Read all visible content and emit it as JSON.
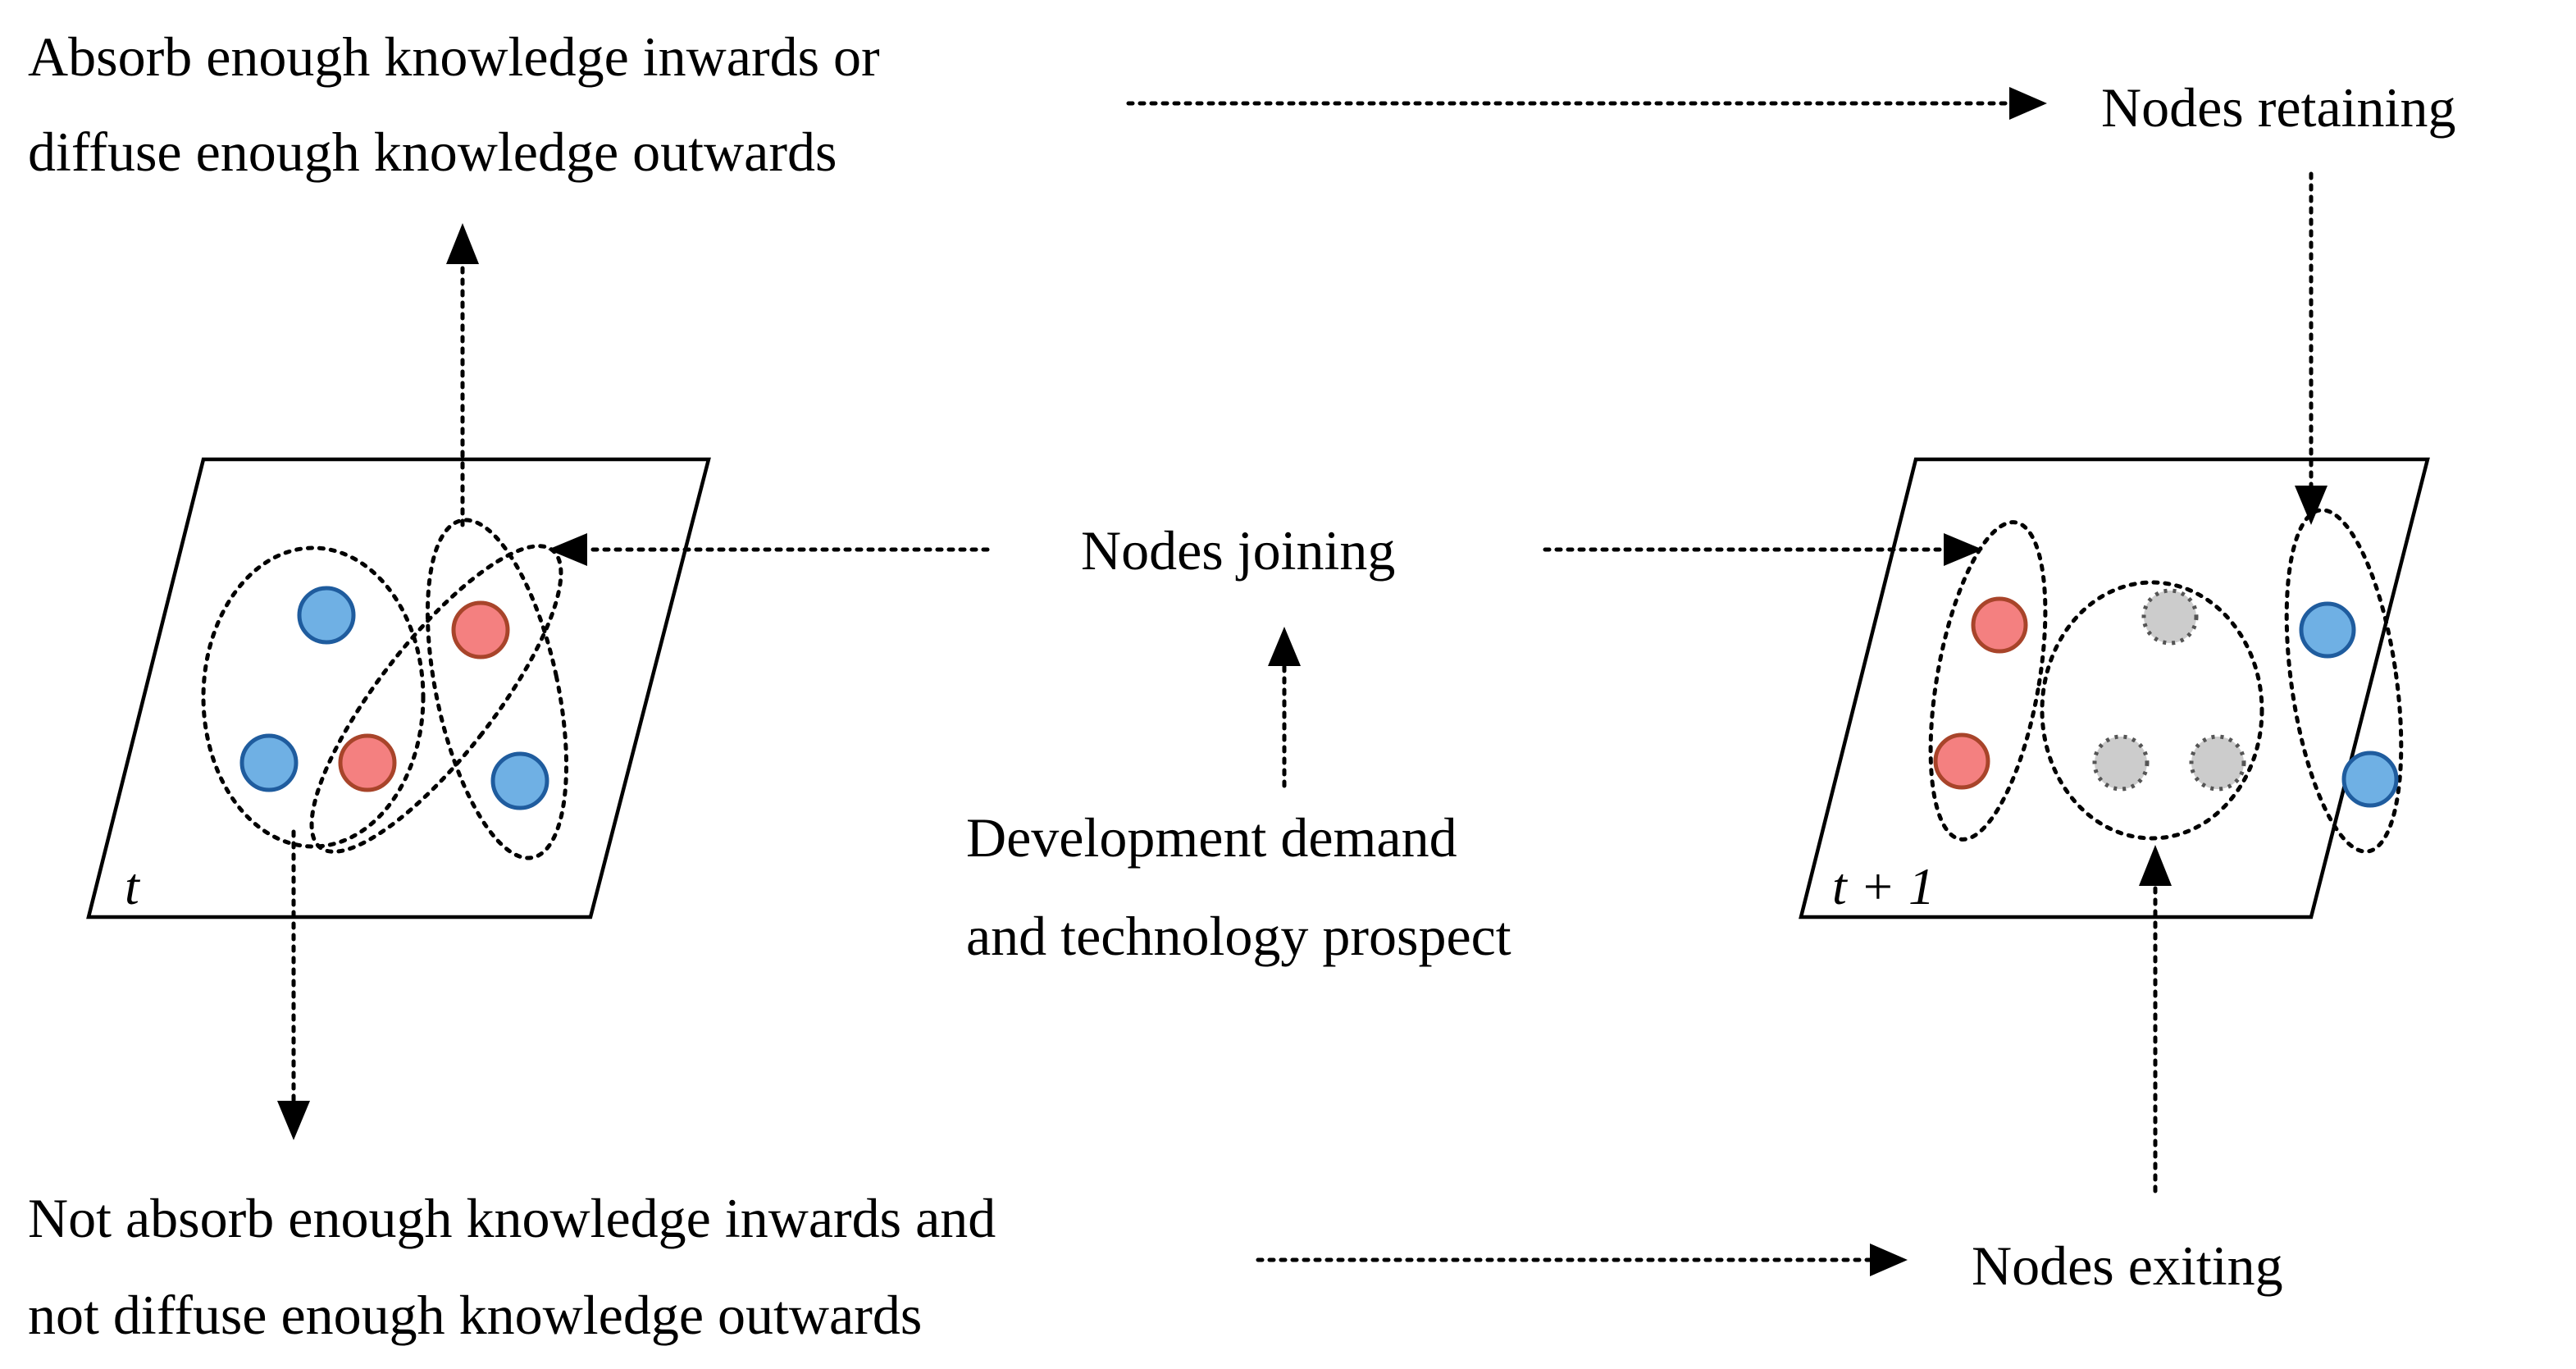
{
  "labels": {
    "absorb_line1": "Absorb enough knowledge inwards or",
    "absorb_line2": "diffuse enough knowledge outwards",
    "retaining": "Nodes retaining",
    "joining": "Nodes joining",
    "demand_line1": "Development demand",
    "demand_line2": "and technology prospect",
    "not_absorb_line1": "Not absorb enough knowledge inwards and",
    "not_absorb_line2": "not diffuse enough knowledge outwards",
    "exiting": "Nodes exiting",
    "time_t": "t",
    "time_t1": "t + 1"
  },
  "colors": {
    "blue_fill": "#6fb0e4",
    "blue_stroke": "#1f5c9e",
    "red_fill": "#f48080",
    "red_stroke": "#a8442a",
    "gray_fill": "#cccccc",
    "gray_stroke": "#555555"
  }
}
